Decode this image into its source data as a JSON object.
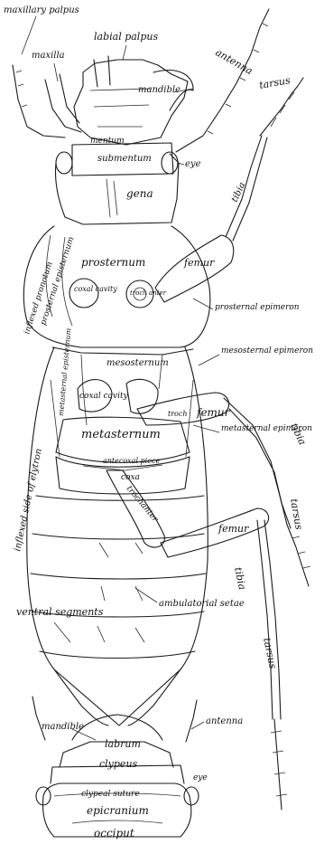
{
  "labels": {
    "maxillary_palpus": "maxillary palpus",
    "maxilla": "maxilla",
    "labial_palpus": "labial palpus",
    "antenna": "antenna",
    "tarsus_top": "tarsus",
    "mentum": "mentum",
    "mandible": "mandible",
    "submentum": "submentum",
    "eye": "eye",
    "gena": "gena",
    "tibia_top": "tibia",
    "prosternum": "prosternum",
    "femur_fore": "femur",
    "inflexed_pronotum": "inflexed pronotum",
    "prosternal_episternum": "prosternal episternum",
    "coxal_cavity_fore": "coxal cavity",
    "trochanter_fore": "troch anter",
    "prosternal_epimeron": "prosternal epimeron",
    "mesosternum": "mesosternum",
    "mesosternal_epimeron": "mesosternal epimeron",
    "coxal_cavity_mid": "coxal cavity",
    "metasternal_episternum": "metasternal episternum",
    "troch": "troch",
    "femur_mid": "femur",
    "metasternum": "metasternum",
    "metasternal_epimeron": "metasternal epimeron",
    "tibia_mid": "tibia",
    "antecoxal_piece": "antecoxal piece",
    "coxa": "coxa",
    "inflexed_side_of_elytron": "inflexed side of elytron",
    "trochanter_hind": "trochanter",
    "femur_hind": "femur",
    "tarsus_mid": "tarsus",
    "ambulatorial_setae": "ambulatorial setae",
    "tibia_hind": "tibia",
    "ventral_segments": "ventral segments",
    "tarsus_hind": "tarsus",
    "mandible_head": "mandible",
    "labrum": "labrum",
    "antenna_head": "antenna",
    "clypeus": "clypeus",
    "clypeal_suture": "clypeal suture",
    "eye_head": "eye",
    "epicranium": "epicranium",
    "occiput": "occiput"
  }
}
